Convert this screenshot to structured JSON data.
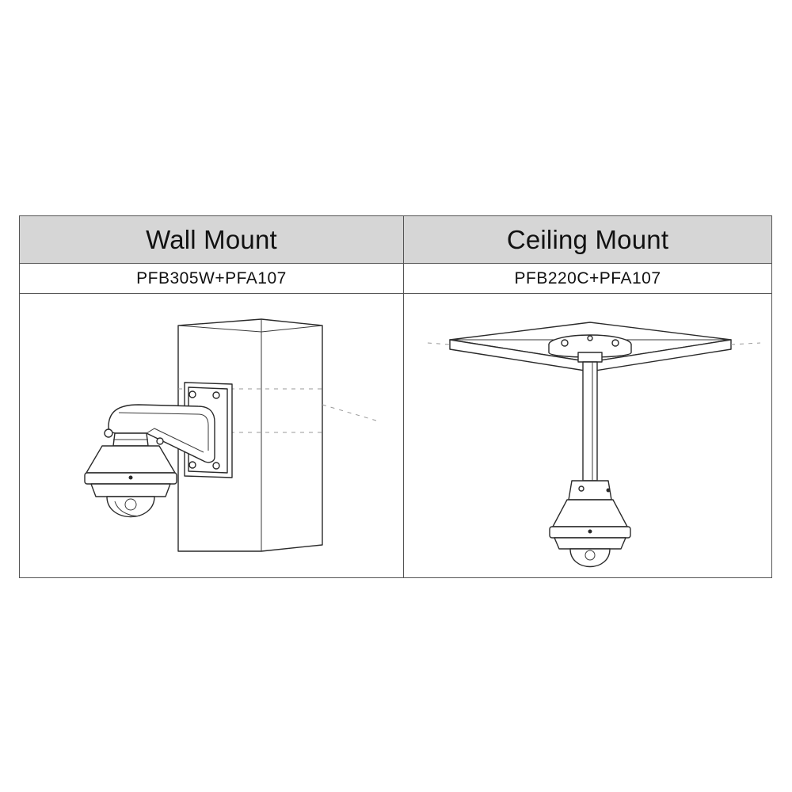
{
  "table": {
    "columns": [
      {
        "header": "Wall Mount",
        "model": "PFB305W+PFA107",
        "drawing": "wall-mount-camera-drawing"
      },
      {
        "header": "Ceiling Mount",
        "model": "PFB220C+PFA107",
        "drawing": "ceiling-mount-camera-drawing"
      }
    ]
  }
}
